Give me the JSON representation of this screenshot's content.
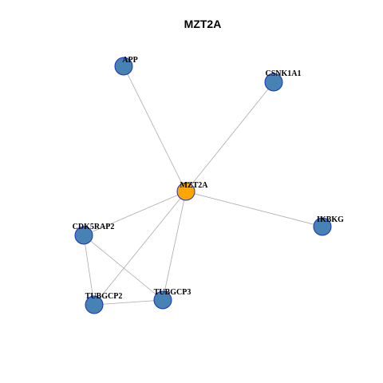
{
  "title": "MZT2A",
  "colors": {
    "hub": "#ffa500",
    "node": "#4682b4",
    "node_border": "#1a2fbf",
    "hub_border": "#555555",
    "edge": "#aaaaaa"
  },
  "nodes": [
    {
      "id": "MZT2A",
      "label": "MZT2A",
      "hub": true
    },
    {
      "id": "APP",
      "label": "APP",
      "hub": false
    },
    {
      "id": "CSNK1A1",
      "label": "CSNK1A1",
      "hub": false
    },
    {
      "id": "IKBKG",
      "label": "IKBKG",
      "hub": false
    },
    {
      "id": "CDK5RAP2",
      "label": "CDK5RAP2",
      "hub": false
    },
    {
      "id": "TUBGCP2",
      "label": "TUBGCP2",
      "hub": false
    },
    {
      "id": "TUBGCP3",
      "label": "TUBGCP3",
      "hub": false
    }
  ],
  "edges": [
    [
      "MZT2A",
      "APP"
    ],
    [
      "MZT2A",
      "CSNK1A1"
    ],
    [
      "MZT2A",
      "IKBKG"
    ],
    [
      "MZT2A",
      "CDK5RAP2"
    ],
    [
      "MZT2A",
      "TUBGCP2"
    ],
    [
      "MZT2A",
      "TUBGCP3"
    ],
    [
      "CDK5RAP2",
      "TUBGCP2"
    ],
    [
      "CDK5RAP2",
      "TUBGCP3"
    ],
    [
      "TUBGCP2",
      "TUBGCP3"
    ]
  ]
}
